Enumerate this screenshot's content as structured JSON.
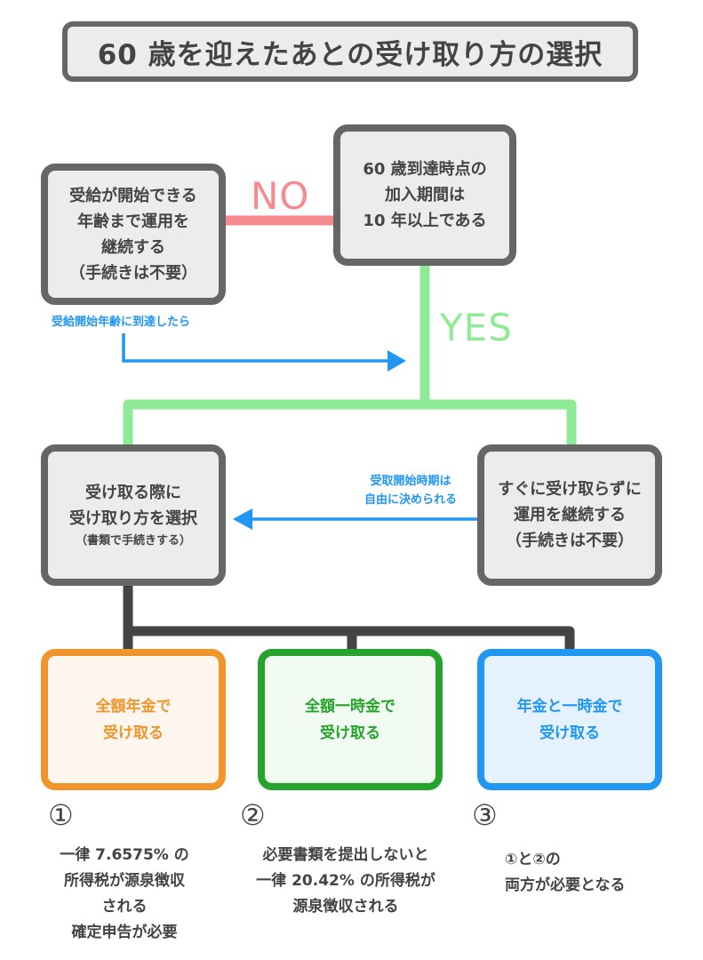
{
  "title": "60 歳を迎えたあとの受け取り方の選択",
  "colors": {
    "node_border": "#666666",
    "node_fill": "#ececec",
    "no": "#f58b8f",
    "yes": "#8fea95",
    "arrow_blue": "#2196f3",
    "connector_dark": "#444444",
    "orange": "#f0952b",
    "green": "#26a32d",
    "blue": "#2196f3"
  },
  "nodes": {
    "question": {
      "lines": [
        "60 歳到達時点の",
        "加入期間は",
        "10 年以上である"
      ]
    },
    "continue_until_age": {
      "lines": [
        "受給が開始できる",
        "年齢まで運用を",
        "継続する",
        "（手続きは不要）"
      ]
    },
    "choose_method": {
      "lines": [
        "受け取る際に",
        "受け取り方を選択"
      ],
      "small": "（書類で手続きする）"
    },
    "defer": {
      "lines": [
        "すぐに受け取らずに",
        "運用を継続する",
        "（手続きは不要）"
      ]
    }
  },
  "labels": {
    "no": "NO",
    "yes": "YES",
    "on_reach_age": "受給開始年齢に到達したら",
    "free_timing": [
      "受取開始時期は",
      "自由に決められる"
    ]
  },
  "options": [
    {
      "lines": [
        "全額年金で",
        "受け取る"
      ],
      "number": "①",
      "note": [
        "一律 7.6575% の",
        "所得税が源泉徴収",
        "される",
        "確定申告が必要"
      ]
    },
    {
      "lines": [
        "全額一時金で",
        "受け取る"
      ],
      "number": "②",
      "note": [
        "必要書類を提出しないと",
        "一律 20.42% の所得税が",
        "源泉徴収される"
      ]
    },
    {
      "lines": [
        "年金と一時金で",
        "受け取る"
      ],
      "number": "③",
      "note": [
        "①と②の",
        "両方が必要となる"
      ]
    }
  ]
}
